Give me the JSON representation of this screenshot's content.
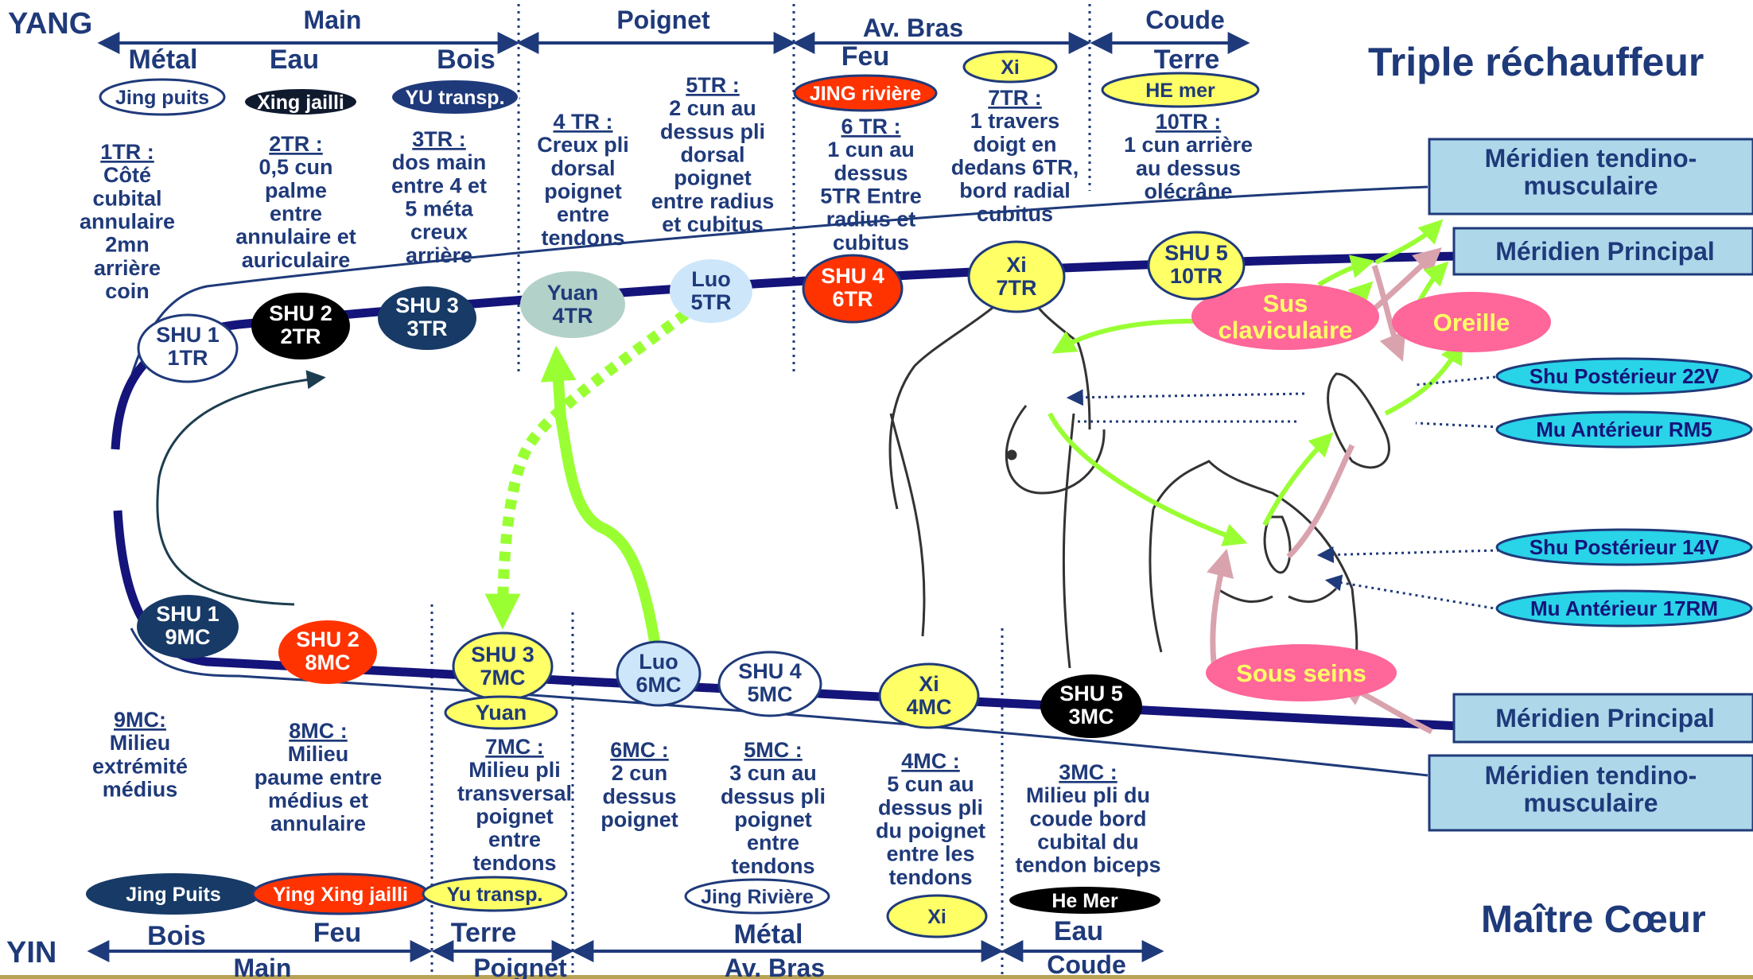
{
  "colors": {
    "navy": "#1f3a7a",
    "dark_blue": "#173a66",
    "red": "#ff3300",
    "yellow": "#ffff66",
    "light_blue": "#cde6fa",
    "teal": "#b2d1c8",
    "green": "#99ff33",
    "pink": "#ff6699",
    "panel": "#aed8ea"
  },
  "header": {
    "yang": "YANG",
    "yin": "YIN",
    "title_top": "Triple  réchauffeur",
    "title_bottom": "Maître Cœur"
  },
  "yang": {
    "zones": {
      "main": "Main",
      "poignet": "Poignet",
      "avbras": "Av. Bras",
      "coude": "Coude"
    },
    "elements": {
      "metal": "Métal",
      "eau": "Eau",
      "bois": "Bois",
      "feu": "Feu",
      "terre": "Terre"
    },
    "tags": {
      "jing": "Jing puits",
      "xing": "Xing jailli",
      "yu": "YU transp.",
      "jing_riviere": "JING rivière",
      "xi": "Xi",
      "he": "HE mer"
    },
    "desc": {
      "tr1": [
        "1TR :",
        "Côté",
        "cubital",
        "annulaire",
        "2mn",
        "arrière",
        "coin"
      ],
      "tr2": [
        "2TR :",
        "0,5 cun",
        "palme",
        "entre",
        "annulaire et",
        "auriculaire"
      ],
      "tr3": [
        "3TR :",
        "dos main",
        "entre 4 et",
        "5 méta",
        "creux",
        "arrière"
      ],
      "tr4": [
        "4 TR :",
        "Creux pli",
        "dorsal",
        "poignet",
        "entre",
        "tendons"
      ],
      "tr5": [
        "5TR :",
        "2 cun au",
        "dessus pli",
        "dorsal",
        "poignet",
        "entre radius",
        "et cubitus"
      ],
      "tr6": [
        "6 TR :",
        "1 cun au",
        "dessus",
        "5TR Entre",
        "radius et",
        "cubitus"
      ],
      "tr7": [
        "7TR :",
        "1 travers",
        "doigt en",
        "dedans 6TR,",
        "bord radial",
        "cubitus"
      ],
      "tr10": [
        "10TR :",
        "1 cun arrière",
        "au dessus",
        "olécrâne"
      ]
    },
    "nodes": {
      "shu1": [
        "SHU 1",
        "1TR"
      ],
      "shu2": [
        "SHU 2",
        "2TR"
      ],
      "shu3": [
        "SHU 3",
        "3TR"
      ],
      "yuan": [
        "Yuan",
        "4TR"
      ],
      "luo": [
        "Luo",
        "5TR"
      ],
      "shu4": [
        "SHU 4",
        "6TR"
      ],
      "xi": [
        "Xi",
        "7TR"
      ],
      "shu5": [
        "SHU 5",
        "10TR"
      ]
    }
  },
  "yin": {
    "zones": {
      "main": "Main",
      "poignet": "Poignet",
      "avbras": "Av. Bras",
      "coude": "Coude"
    },
    "elements": {
      "bois": "Bois",
      "feu": "Feu",
      "terre": "Terre",
      "metal": "Métal",
      "eau": "Eau"
    },
    "tags": {
      "jing": "Jing Puits",
      "ying": "Ying Xing  jailli",
      "yu": "Yu transp.",
      "jing_riviere": "Jing Rivière",
      "xi": "Xi",
      "he": "He Mer"
    },
    "desc": {
      "mc9": [
        "9MC:",
        "Milieu",
        "extrémité",
        "médius"
      ],
      "mc8": [
        "8MC :",
        "Milieu",
        "paume entre",
        "médius et",
        "annulaire"
      ],
      "mc7": [
        "7MC :",
        "Milieu pli",
        "transversal",
        "poignet",
        "entre",
        "tendons"
      ],
      "mc6": [
        "6MC :",
        "2 cun",
        "dessus",
        "poignet"
      ],
      "mc5": [
        "5MC :",
        "3 cun au",
        "dessus pli",
        "poignet",
        "entre",
        "tendons"
      ],
      "mc4": [
        "4MC :",
        "5 cun au",
        "dessus pli",
        "du poignet",
        "entre les",
        "tendons"
      ],
      "mc3": [
        "3MC :",
        "Milieu pli du",
        "coude bord",
        "cubital du",
        "tendon biceps"
      ]
    },
    "nodes": {
      "shu1": [
        "SHU 1",
        "9MC"
      ],
      "shu2": [
        "SHU 2",
        "8MC"
      ],
      "shu3": [
        "SHU 3",
        "7MC"
      ],
      "yuan": "Yuan",
      "luo": [
        "Luo",
        "6MC"
      ],
      "shu4": [
        "SHU 4",
        "5MC"
      ],
      "xi": [
        "Xi",
        "4MC"
      ],
      "shu5": [
        "SHU 5",
        "3MC"
      ]
    }
  },
  "right": {
    "tendino_top": [
      "Méridien tendino-",
      "musculaire"
    ],
    "principal_top": "Méridien Principal",
    "principal_bottom": "Méridien Principal",
    "tendino_bottom": [
      "Méridien tendino-",
      "musculaire"
    ],
    "sus_clav": [
      "Sus",
      "claviculaire"
    ],
    "oreille": "Oreille",
    "sous_seins": "Sous seins",
    "shu22": "Shu Postérieur 22V",
    "mu5": "Mu Antérieur  RM5",
    "shu14": "Shu Postérieur 14V",
    "mu17": "Mu Antérieur  17RM"
  }
}
